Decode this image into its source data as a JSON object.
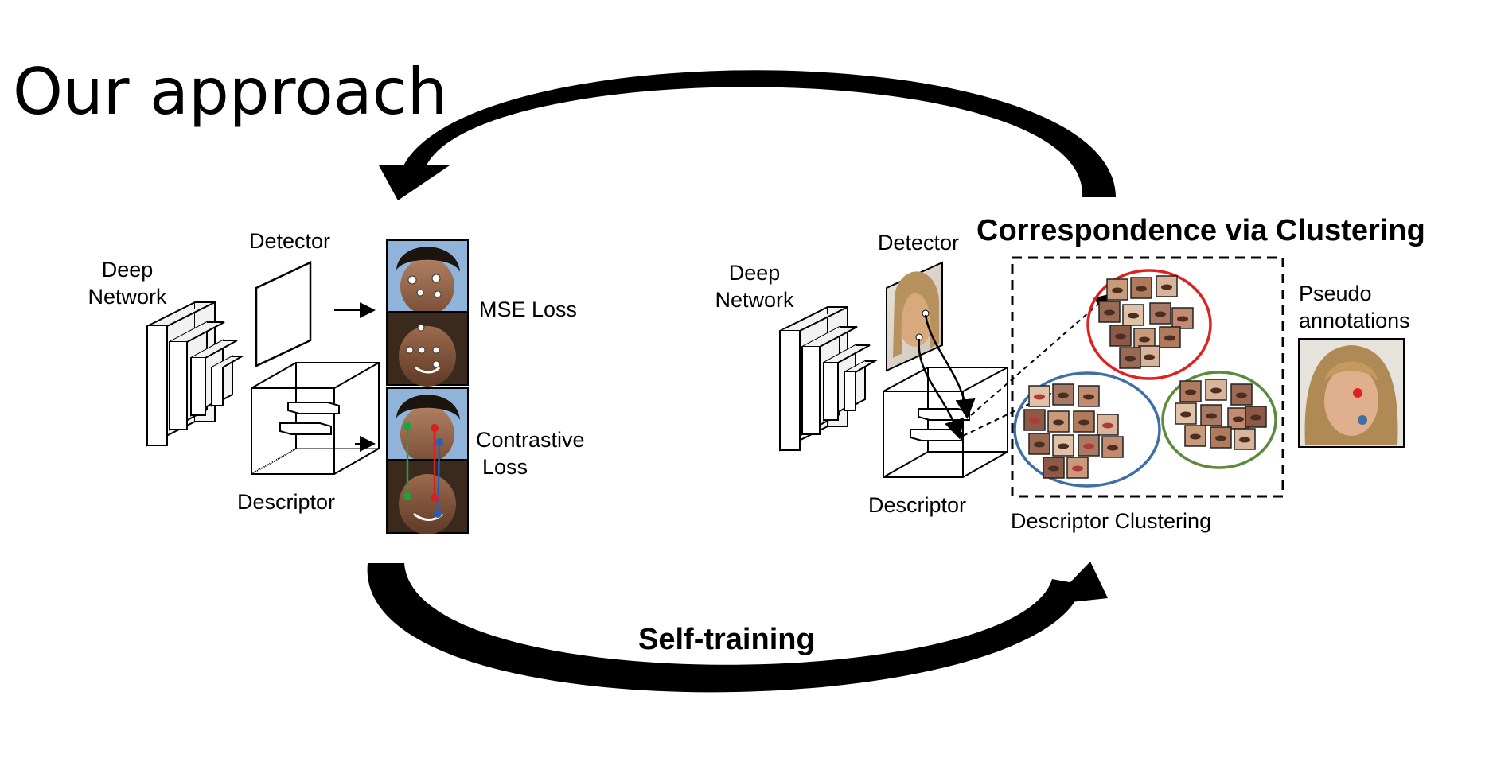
{
  "title": "Our approach",
  "left": {
    "deep_network": [
      "Deep",
      "Network"
    ],
    "detector": "Detector",
    "descriptor": "Descriptor",
    "mse_loss": "MSE Loss",
    "contrastive_loss": [
      "Contrastive",
      "Loss"
    ]
  },
  "right": {
    "deep_network": [
      "Deep",
      "Network"
    ],
    "detector": "Detector",
    "descriptor": "Descriptor",
    "heading": "Correspondence via Clustering",
    "clustering_caption": "Descriptor Clustering",
    "pseudo": [
      "Pseudo",
      "annotations"
    ]
  },
  "bottom_label": "Self-training",
  "colors": {
    "cluster_red": "#e0201c",
    "cluster_blue": "#3f6fa8",
    "cluster_green": "#5a8a3a",
    "keypoint_green": "#22a03c",
    "keypoint_red": "#d42020",
    "keypoint_blue": "#2a5fb0"
  }
}
